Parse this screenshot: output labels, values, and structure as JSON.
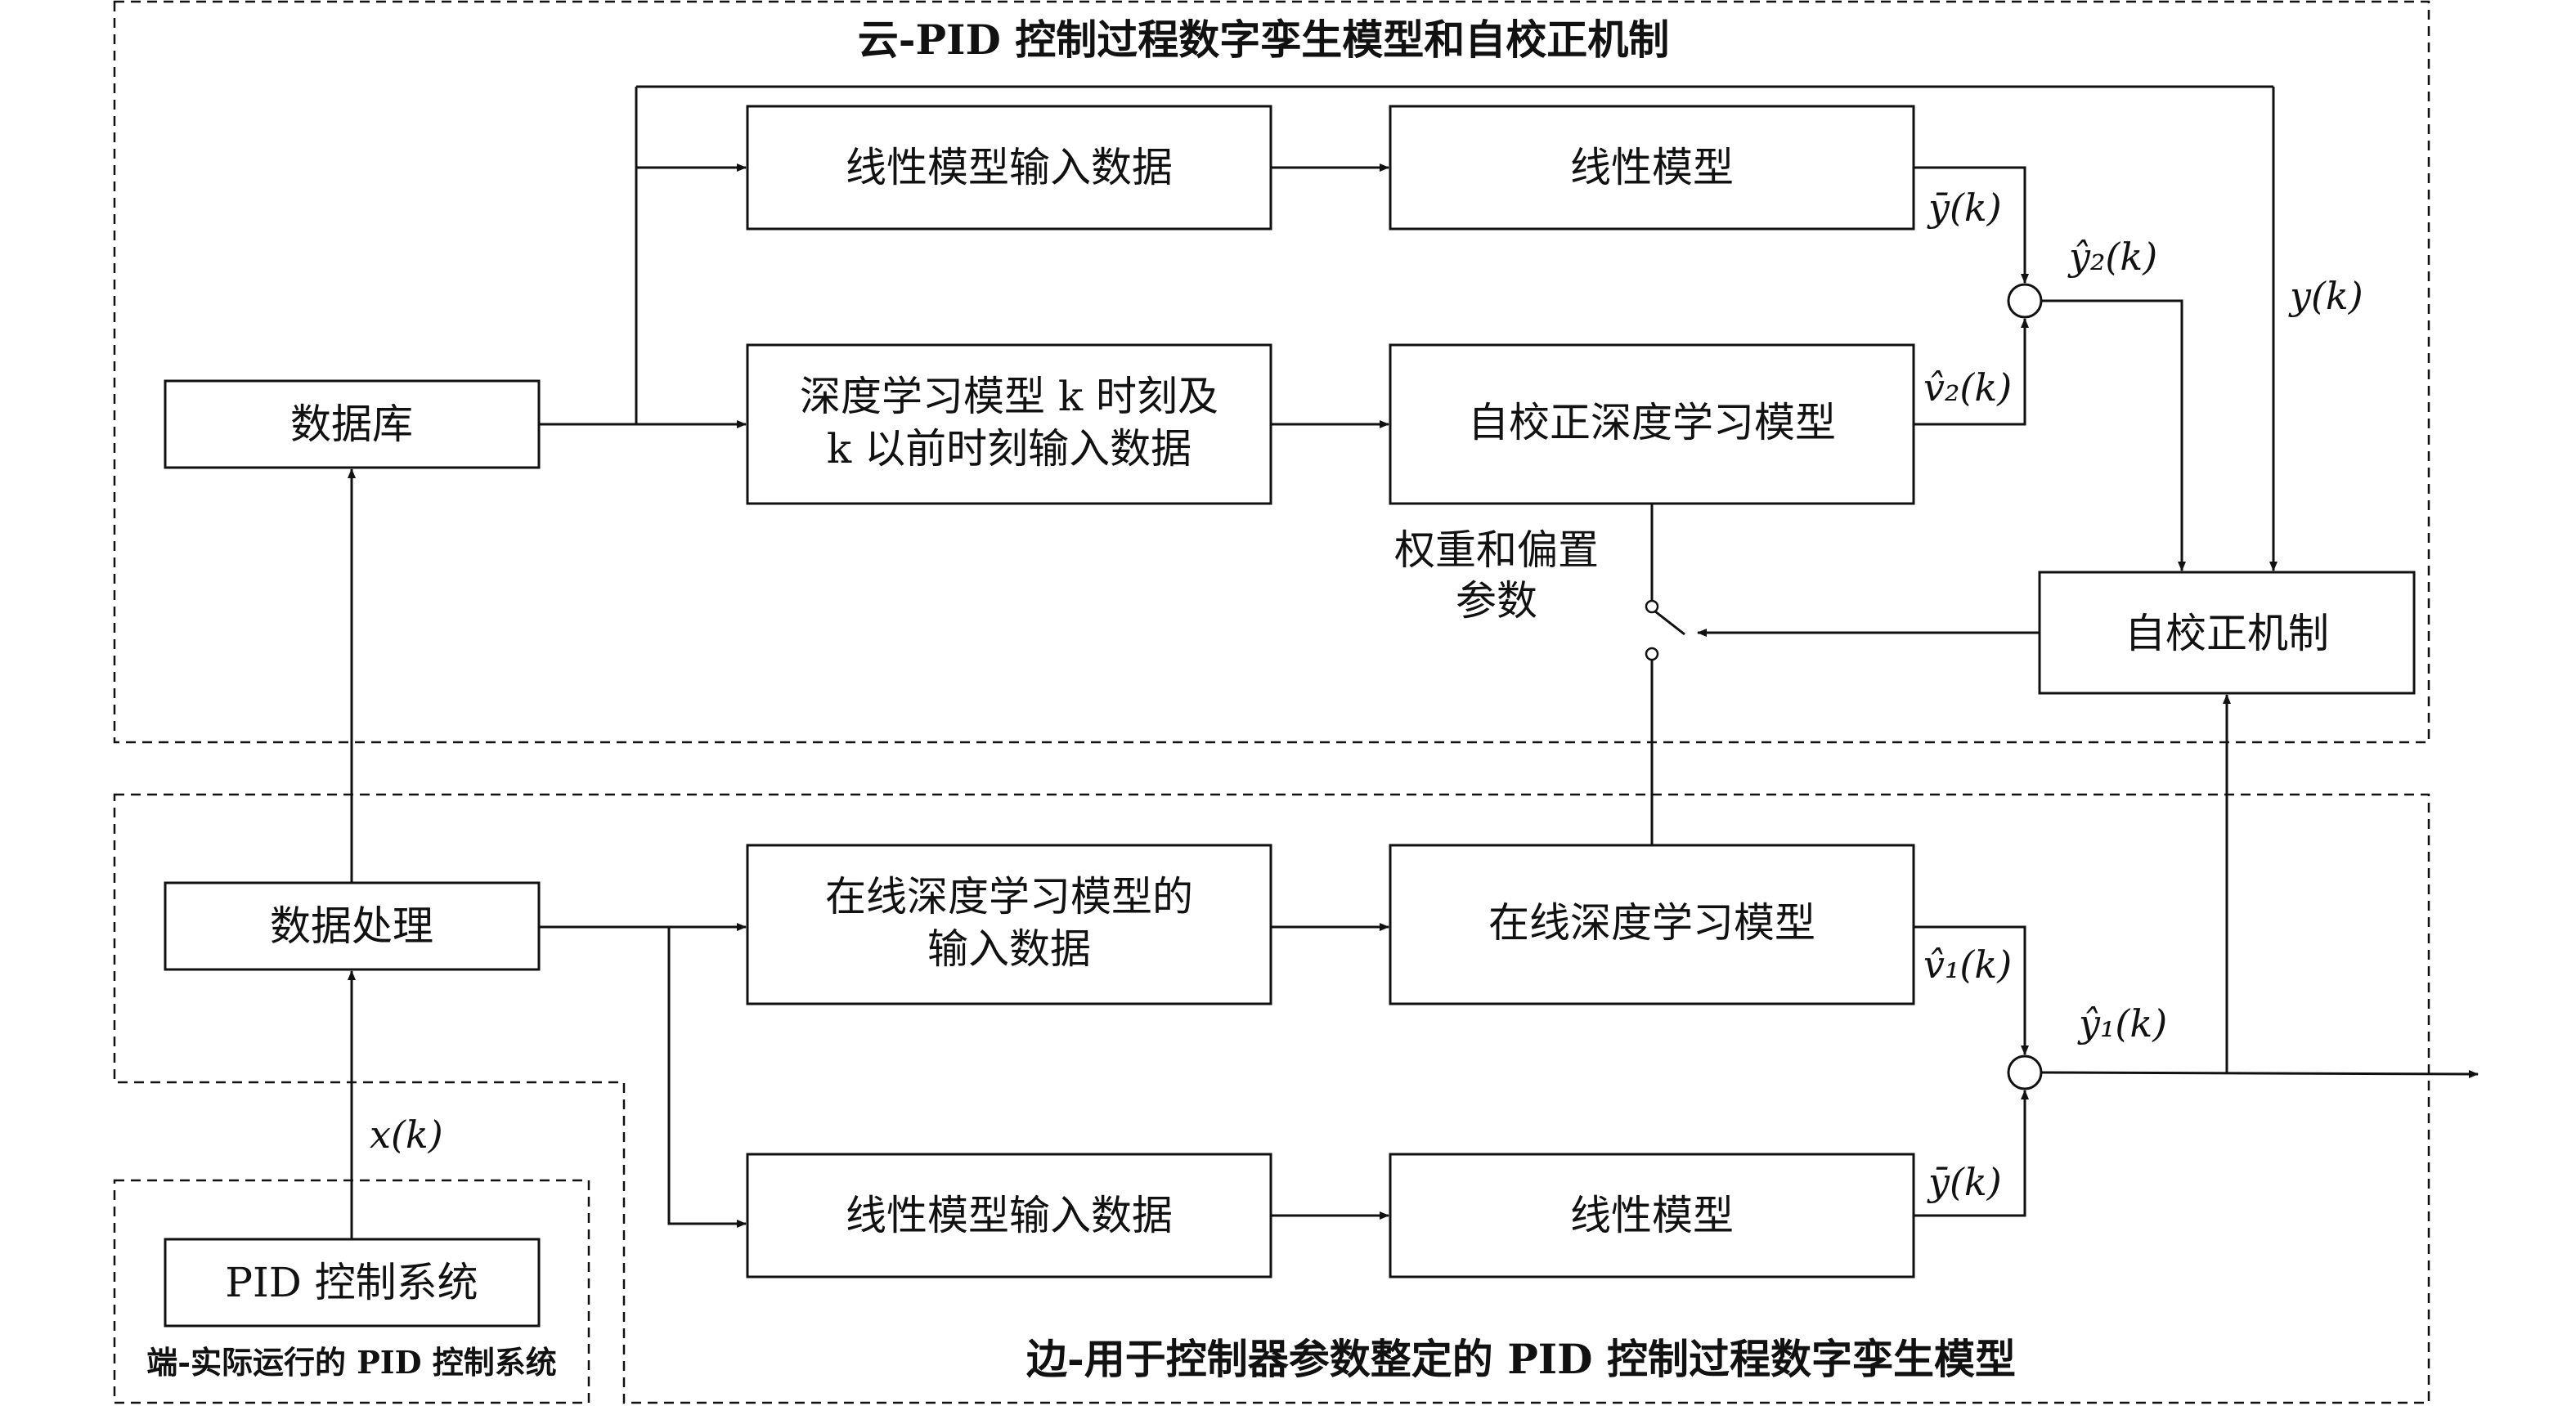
{
  "regions": {
    "cloud_title": "云-PID 控制过程数字孪生模型和自校正机制",
    "edge_title": "边-用于控制器参数整定的 PID 控制过程数字孪生模型",
    "end_title": "端-实际运行的 PID 控制系统"
  },
  "blocks": {
    "database": "数据库",
    "cloud_linear_input": "线性模型输入数据",
    "cloud_linear_model": "线性模型",
    "dl_input_line1": "深度学习模型 k 时刻及",
    "dl_input_line2": "k 以前时刻输入数据",
    "self_correct_dl_model": "自校正深度学习模型",
    "self_correct_mechanism": "自校正机制",
    "data_processing": "数据处理",
    "online_input_line1": "在线深度学习模型的",
    "online_input_line2": "输入数据",
    "online_dl_model": "在线深度学习模型",
    "edge_linear_input": "线性模型输入数据",
    "edge_linear_model": "线性模型",
    "pid_system": "PID 控制系统"
  },
  "labels": {
    "weights_line1": "权重和偏置",
    "weights_line2": "参数"
  },
  "signals": {
    "ybar_cloud": "ȳ(k)",
    "v2": "v̂₂(k)",
    "y2": "ŷ₂(k)",
    "y": "y(k)",
    "v1": "v̂₁(k)",
    "y1": "ŷ₁(k)",
    "ybar_edge": "ȳ(k)",
    "x": "x(k)"
  }
}
